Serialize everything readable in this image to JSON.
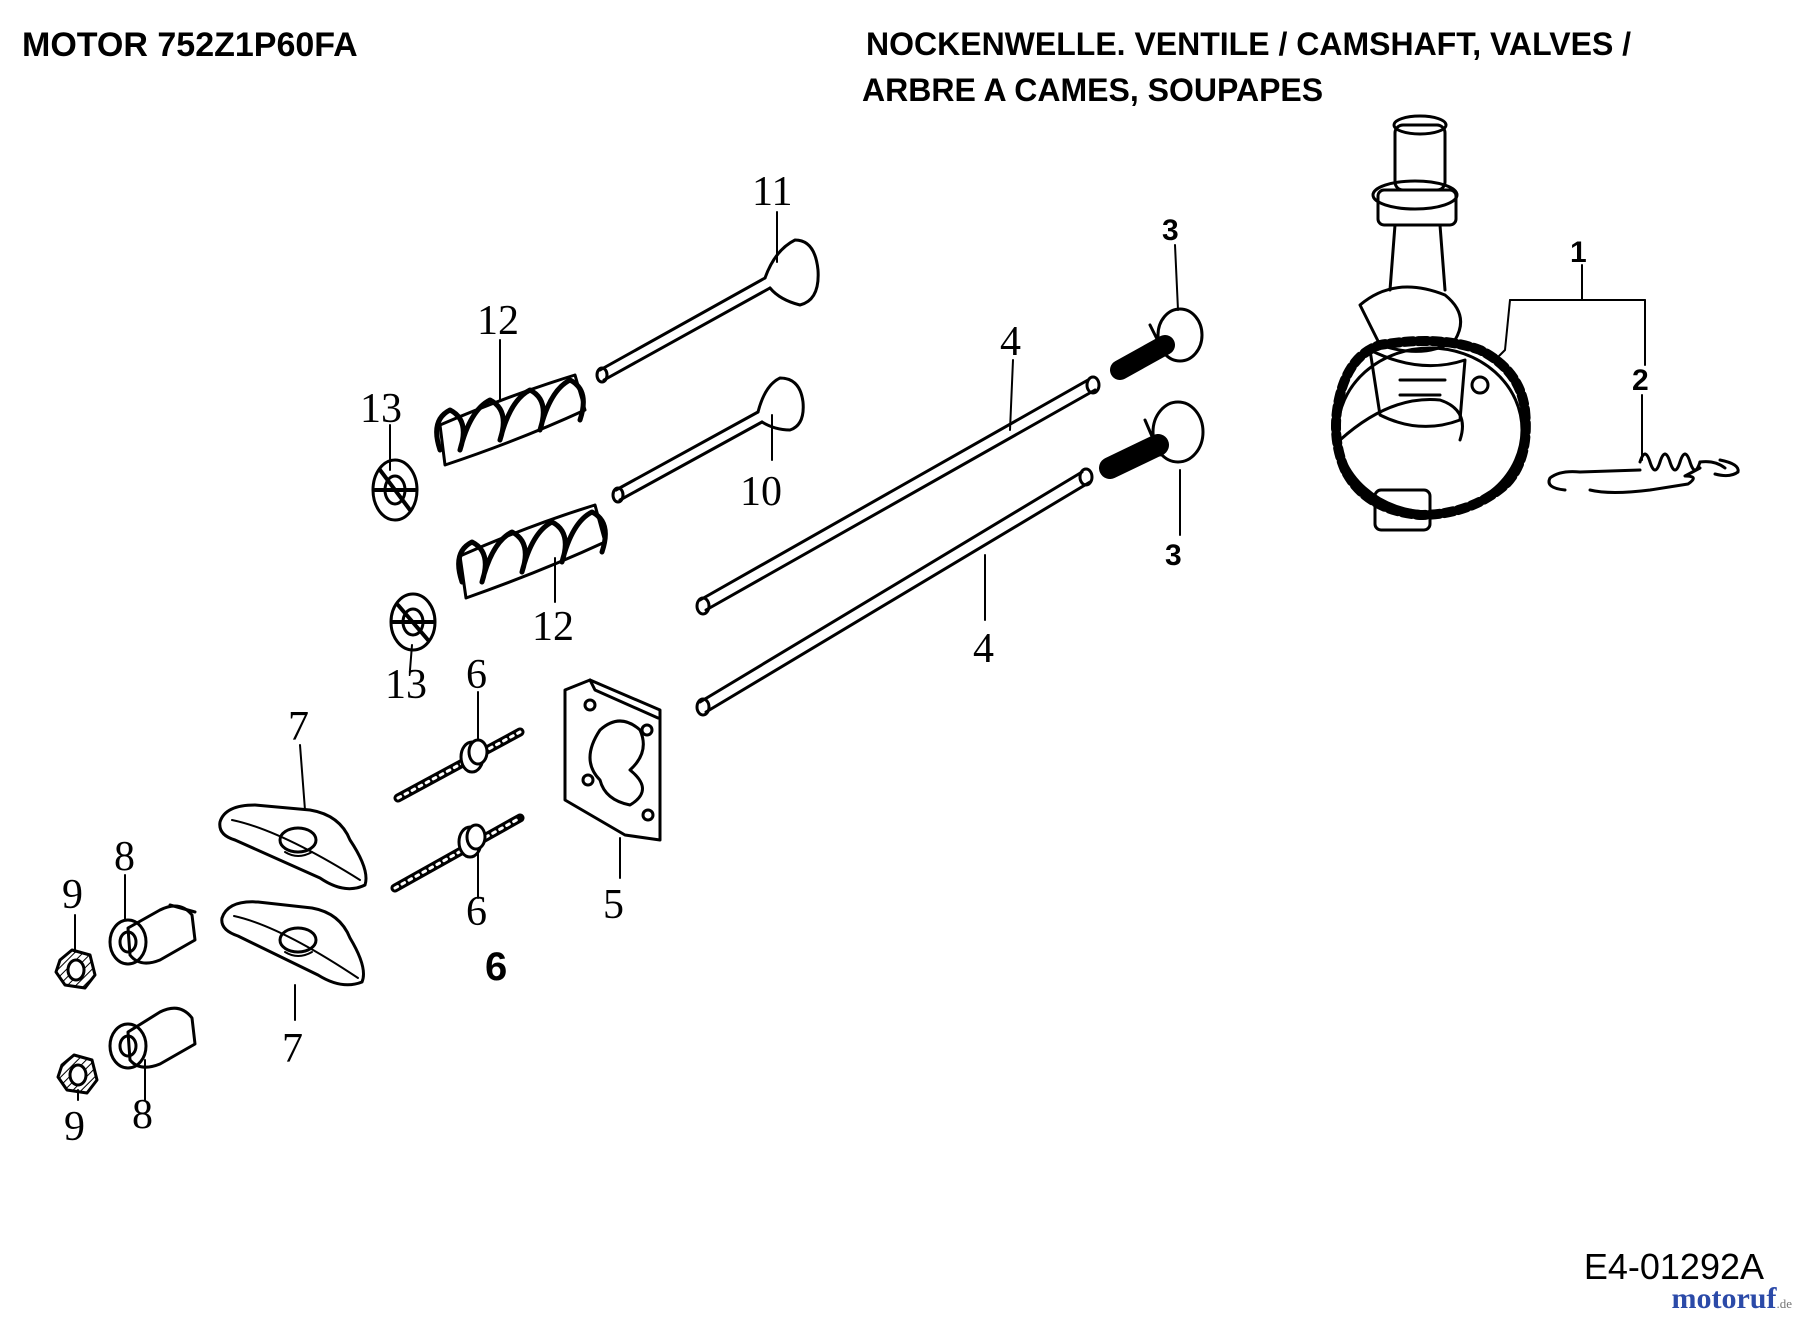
{
  "header": {
    "model": "MOTOR 752Z1P60FA",
    "section_line1": "NOCKENWELLE. VENTILE /  CAMSHAFT, VALVES /",
    "section_line2": "ARBRE A CAMES, SOUPAPES"
  },
  "drawing_number": "E4-01292A",
  "watermark": {
    "brand": "motoruf",
    "suffix": ".de"
  },
  "part_labels": {
    "p1": "1",
    "p2": "2",
    "p3a": "3",
    "p3b": "3",
    "p4a": "4",
    "p4b": "4",
    "p5": "5",
    "p6a": "6",
    "p6b": "6",
    "p6c": "6",
    "p7a": "7",
    "p7b": "7",
    "p8a": "8",
    "p8b": "8",
    "p9a": "9",
    "p9b": "9",
    "p10": "10",
    "p11": "11",
    "p12a": "12",
    "p12b": "12",
    "p13a": "13",
    "p13b": "13"
  }
}
